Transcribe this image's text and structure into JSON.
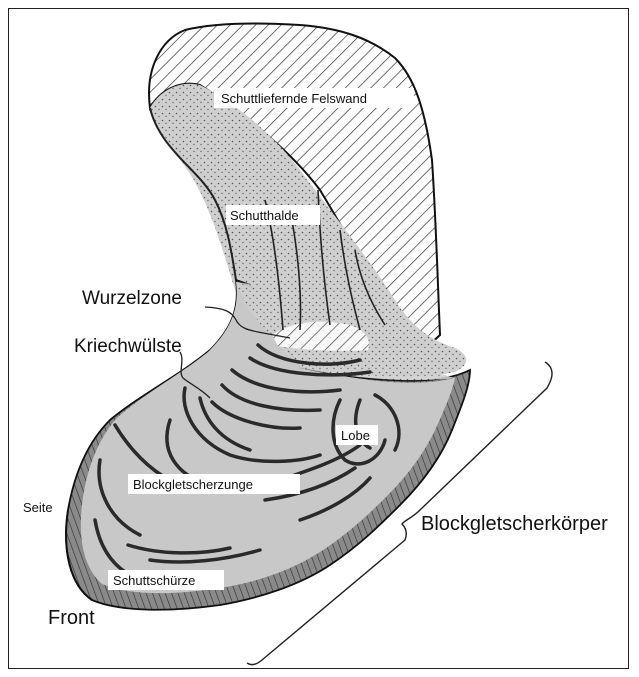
{
  "labels": {
    "felswand": "Schuttliefernde Felswand",
    "schutthalde": "Schutthalde",
    "wurzelzone": "Wurzelzone",
    "kriechwuelste": "Kriechwülste",
    "lobe": "Lobe",
    "zunge": "Blockgletscherzunge",
    "seite": "Seite",
    "koerper": "Blockgletscherkörper",
    "schuerze": "Schuttschürze",
    "front": "Front"
  }
}
